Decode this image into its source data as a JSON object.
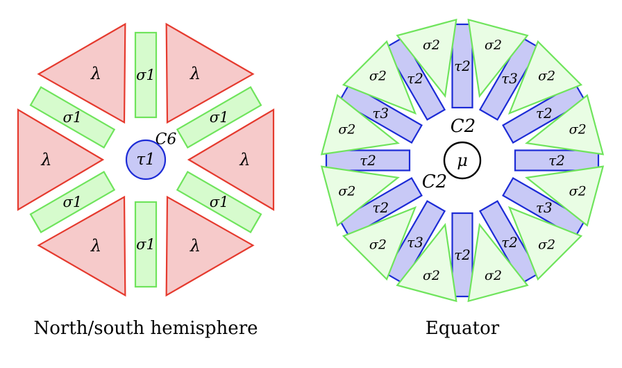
{
  "colors": {
    "lambda_fill": "#f6caca",
    "lambda_stroke": "#e53a2e",
    "sigma_fill": "#d6fbcd",
    "sigma_stroke": "#6fe45c",
    "sigma2_fill": "#e9fde4",
    "tau_fill": "#c8c9f6",
    "tau_stroke": "#1c2bd6",
    "mu_stroke": "#000000"
  },
  "left": {
    "caption": "North/south hemisphere",
    "center_label": "τ1",
    "axis_label": "C6",
    "lambda_label": "λ",
    "sigma_label": "σ1",
    "triangle_count": 6,
    "rect_count": 6
  },
  "right": {
    "caption": "Equator",
    "center_label": "μ",
    "axis_labels": [
      "C2",
      "C2"
    ],
    "rect_labels": [
      "τ2",
      "τ3",
      "τ2",
      "τ2",
      "τ3",
      "τ2",
      "τ2",
      "τ3",
      "τ2",
      "τ2",
      "τ3",
      "τ2"
    ],
    "triangle_label": "σ2",
    "triangle_count": 12
  }
}
